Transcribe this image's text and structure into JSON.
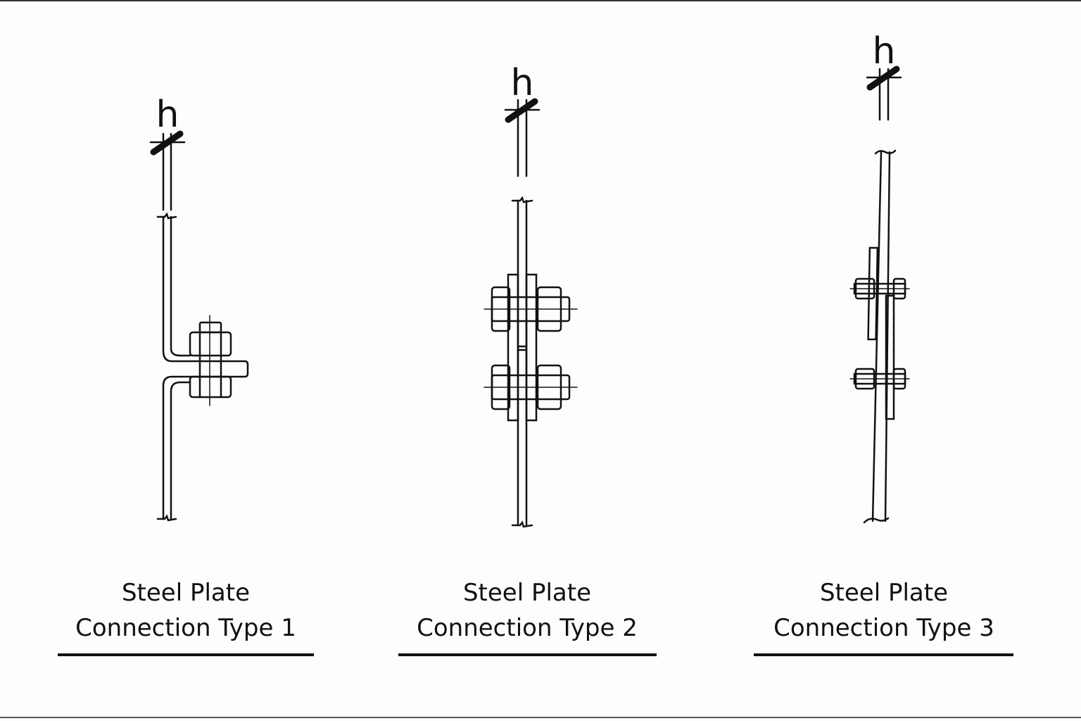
{
  "diagram": {
    "connections": [
      {
        "line1": "Steel Plate",
        "line2": "Connection Type 1",
        "dimension_label": "h"
      },
      {
        "line1": "Steel Plate",
        "line2": "Connection Type 2",
        "dimension_label": "h"
      },
      {
        "line1": "Steel Plate",
        "line2": "Connection Type 3",
        "dimension_label": "h"
      }
    ],
    "colors": {
      "ink": "#111111",
      "background": "#fdfdfd"
    }
  }
}
